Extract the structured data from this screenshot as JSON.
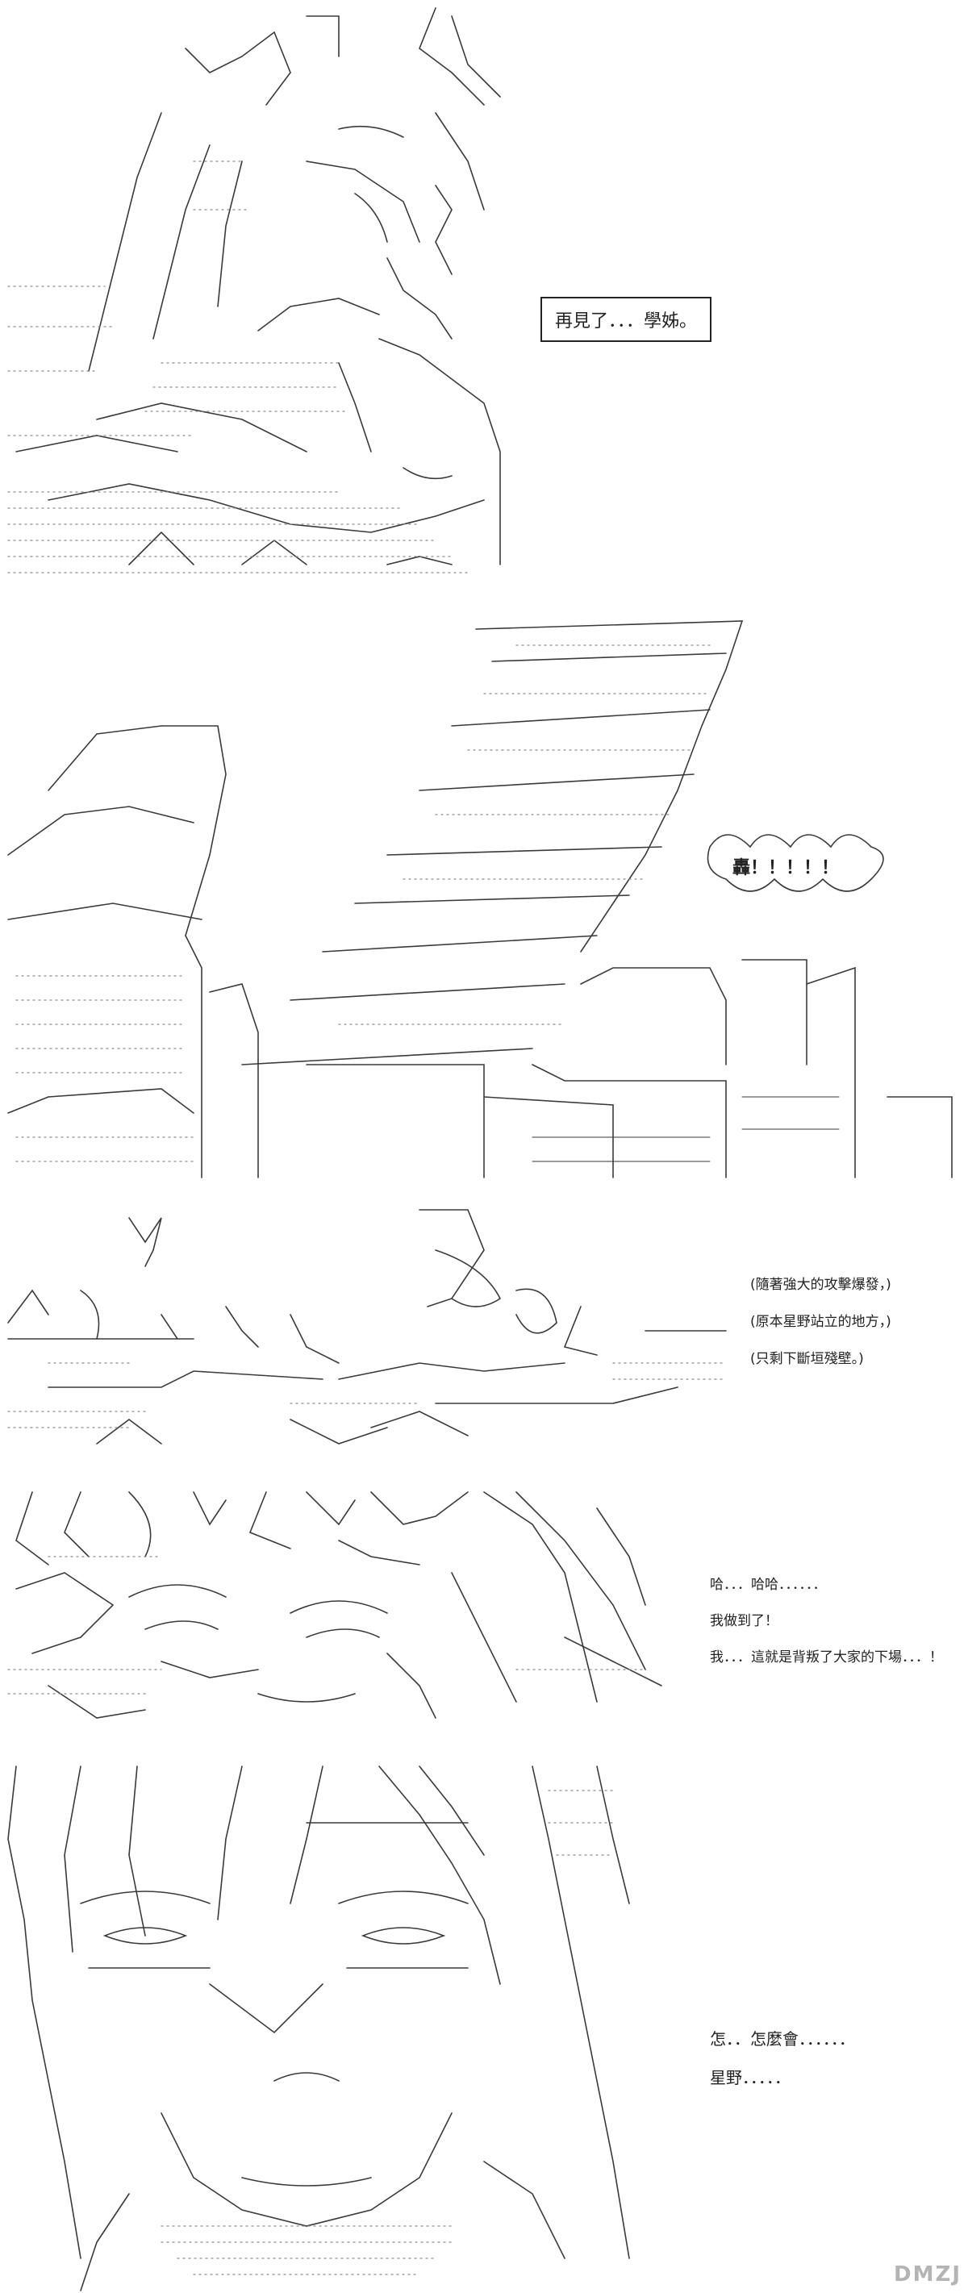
{
  "panel1": {
    "bubble": "再見了．．．學姊。"
  },
  "panel2": {
    "sfx": "轟！！！！！"
  },
  "panel3": {
    "narration": [
      "(隨著強大的攻擊爆發，)",
      "(原本星野站立的地方，)",
      "(只剩下斷垣殘壁。)"
    ]
  },
  "panel4": {
    "lines": [
      "哈．．．哈哈．．．．．．",
      "我做到了！",
      "我．．．這就是背叛了大家的下場．．．！"
    ]
  },
  "panel5": {
    "lines": [
      "怎．．怎麼會．．．．．．",
      "星野．．．．．"
    ]
  },
  "watermark": "DMZJ"
}
